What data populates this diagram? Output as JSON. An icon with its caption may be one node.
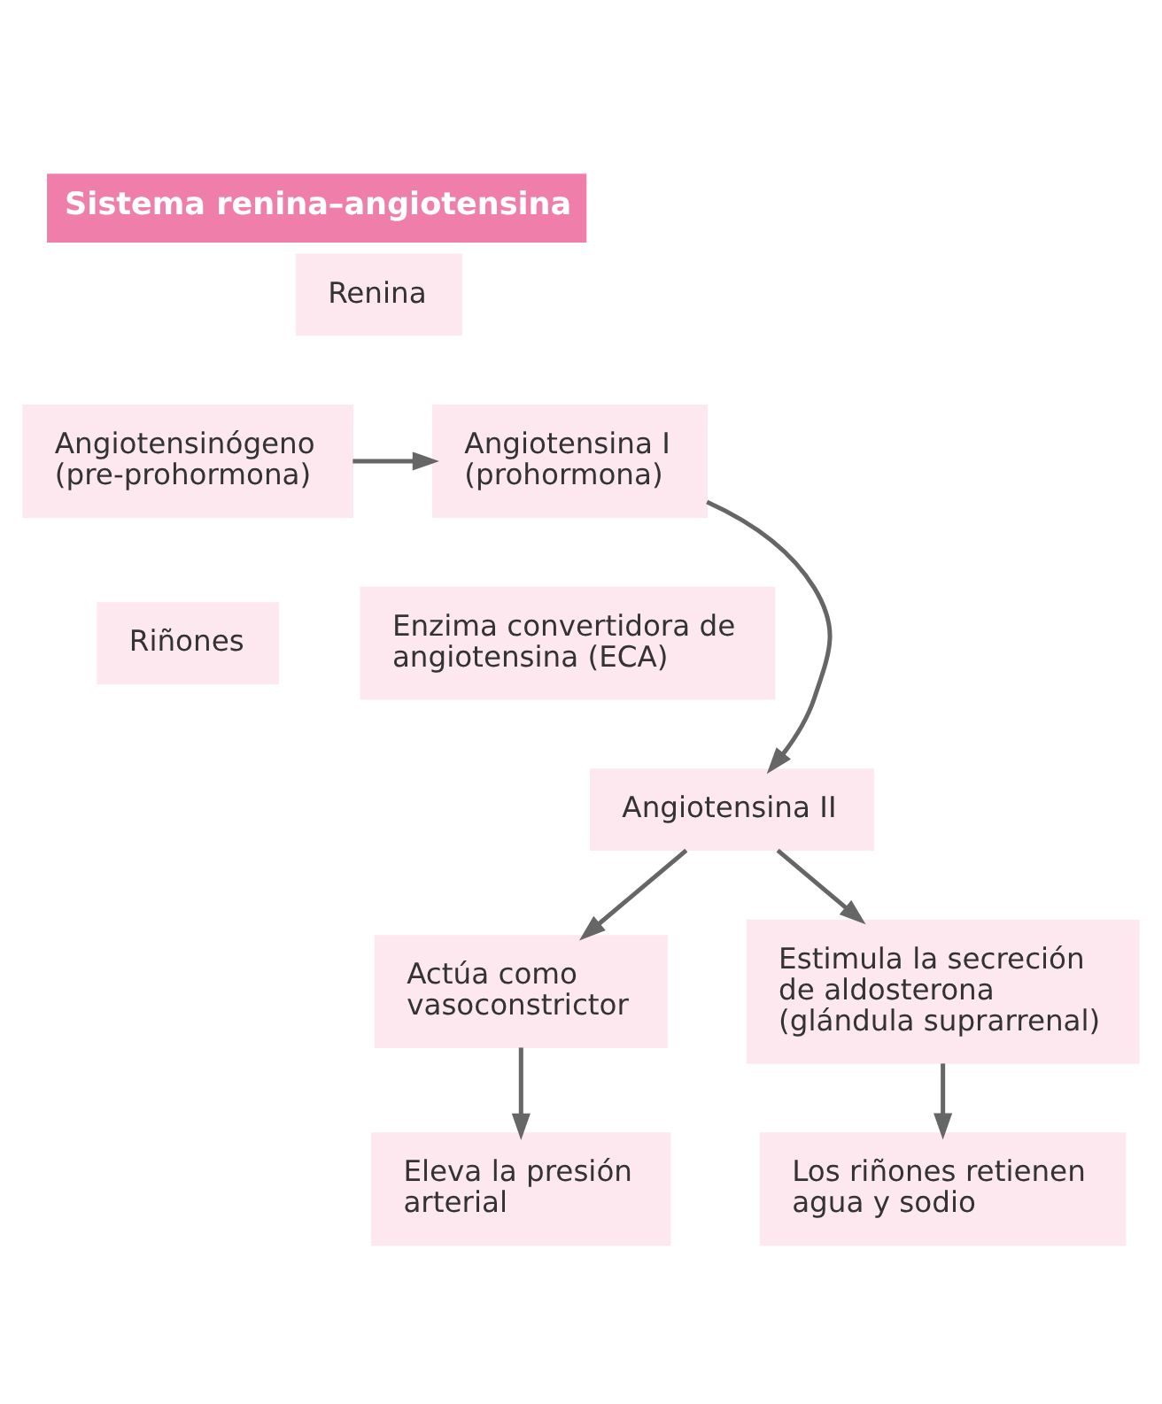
{
  "diagram": {
    "title": "Sistema renina–angiotensina",
    "nodes": [
      {
        "text": [
          "Angiotensinógeno (pre-prohormona)"
        ]
      },
      {
        "text": [
          "Renina"
        ]
      },
      {
        "text": [
          "Riñones"
        ]
      },
      {
        "text": [
          "Angiotensina I (prohormona)"
        ]
      },
      {
        "text": [
          "Enzima convertidora de angiotensina (ECA)"
        ]
      },
      {
        "text": [
          "Angiotensina II"
        ]
      },
      {
        "text": [
          "Actúa como vasoconstrictor"
        ]
      },
      {
        "text": [
          "Estimula la secreción de aldosterona (glándula suprarrenal)"
        ]
      },
      {
        "text": [
          "Eleva la presión arterial"
        ]
      },
      {
        "text": [
          "Los riñones retienen agua y sodio"
        ]
      }
    ],
    "edges": [
      {
        "from": 0,
        "to": 3,
        "arrow": "to"
      },
      {
        "from": 3,
        "to": 5,
        "arrow": "to"
      },
      {
        "from": 5,
        "to": 6,
        "arrow": "to"
      },
      {
        "from": 5,
        "to": 7,
        "arrow": "to"
      },
      {
        "from": 6,
        "to": 8,
        "arrow": "to"
      },
      {
        "from": 7,
        "to": 9,
        "arrow": "to"
      }
    ]
  }
}
